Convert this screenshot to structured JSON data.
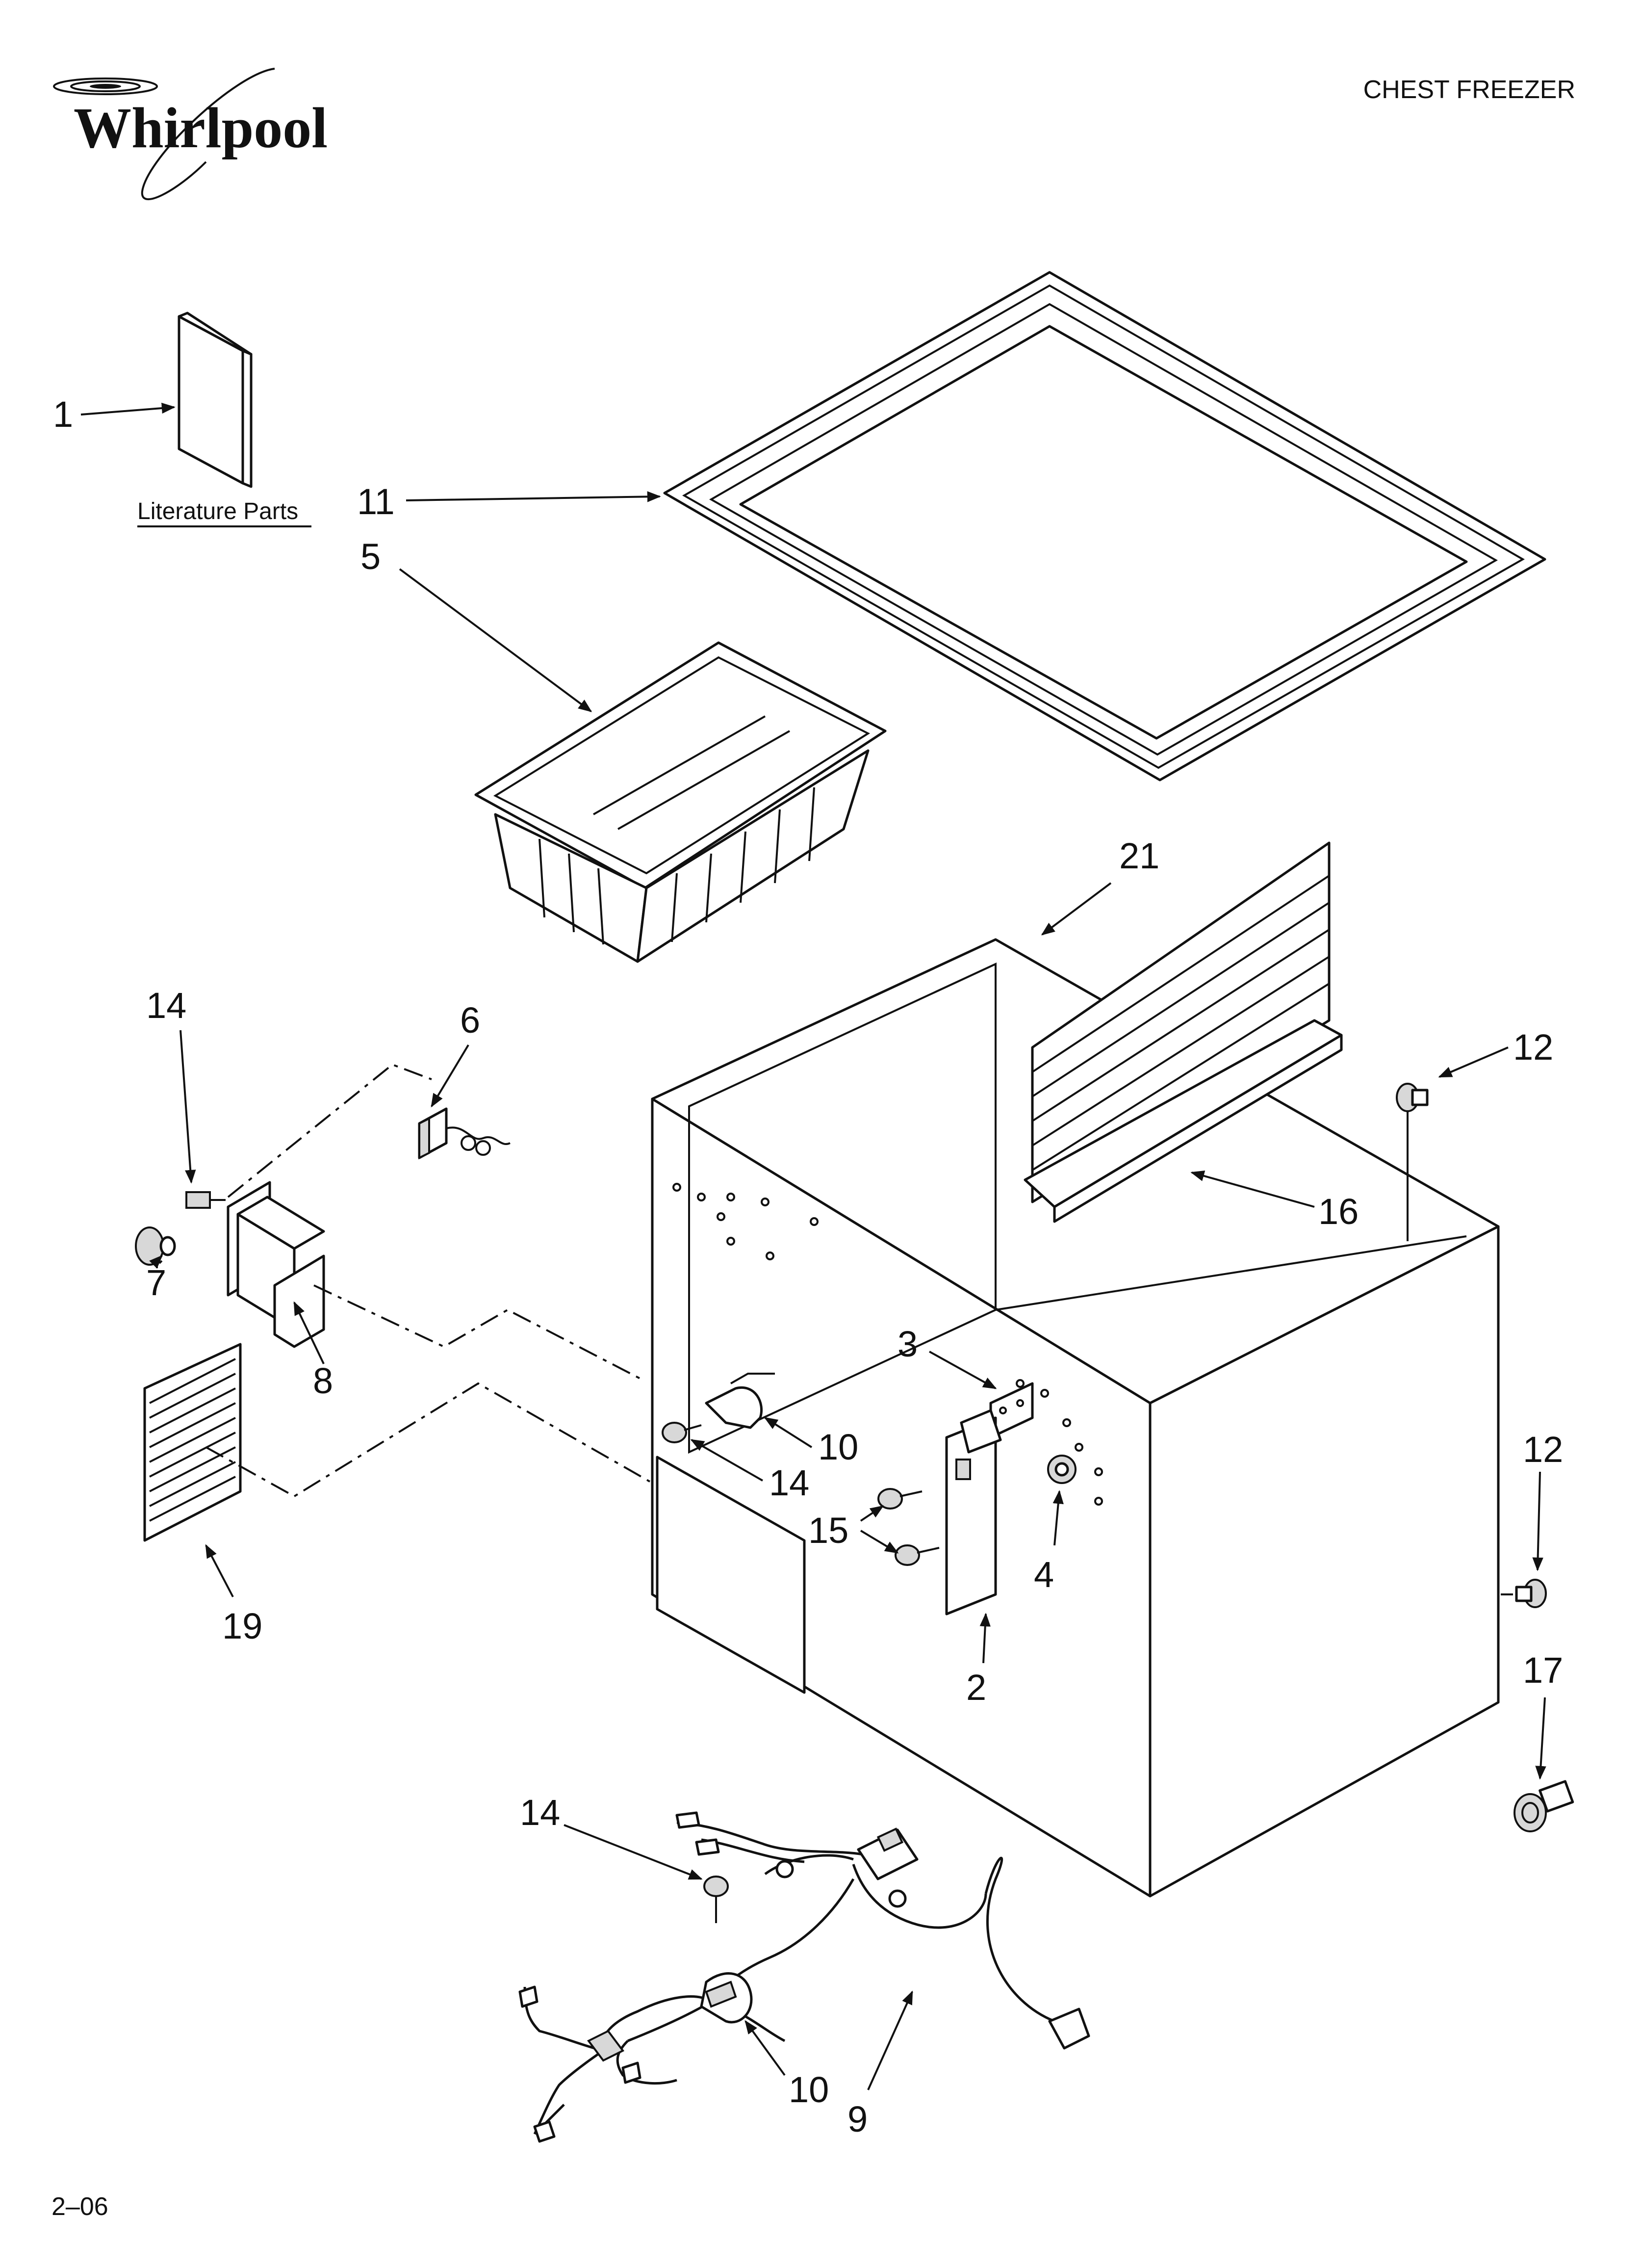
{
  "header": {
    "brand": "Whirlpool",
    "section_title": "CHEST FREEZER",
    "revision": "2–06"
  },
  "literature": {
    "label": "Literature Parts"
  },
  "callouts": {
    "c1": "1",
    "c2": "2",
    "c3": "3",
    "c4": "4",
    "c5": "5",
    "c6": "6",
    "c7": "7",
    "c8": "8",
    "c9": "9",
    "c10a": "10",
    "c10b": "10",
    "c11": "11",
    "c12a": "12",
    "c12b": "12",
    "c14a": "14",
    "c14b": "14",
    "c14c": "14",
    "c15": "15",
    "c16": "16",
    "c17": "17",
    "c19": "19",
    "c21": "21"
  }
}
